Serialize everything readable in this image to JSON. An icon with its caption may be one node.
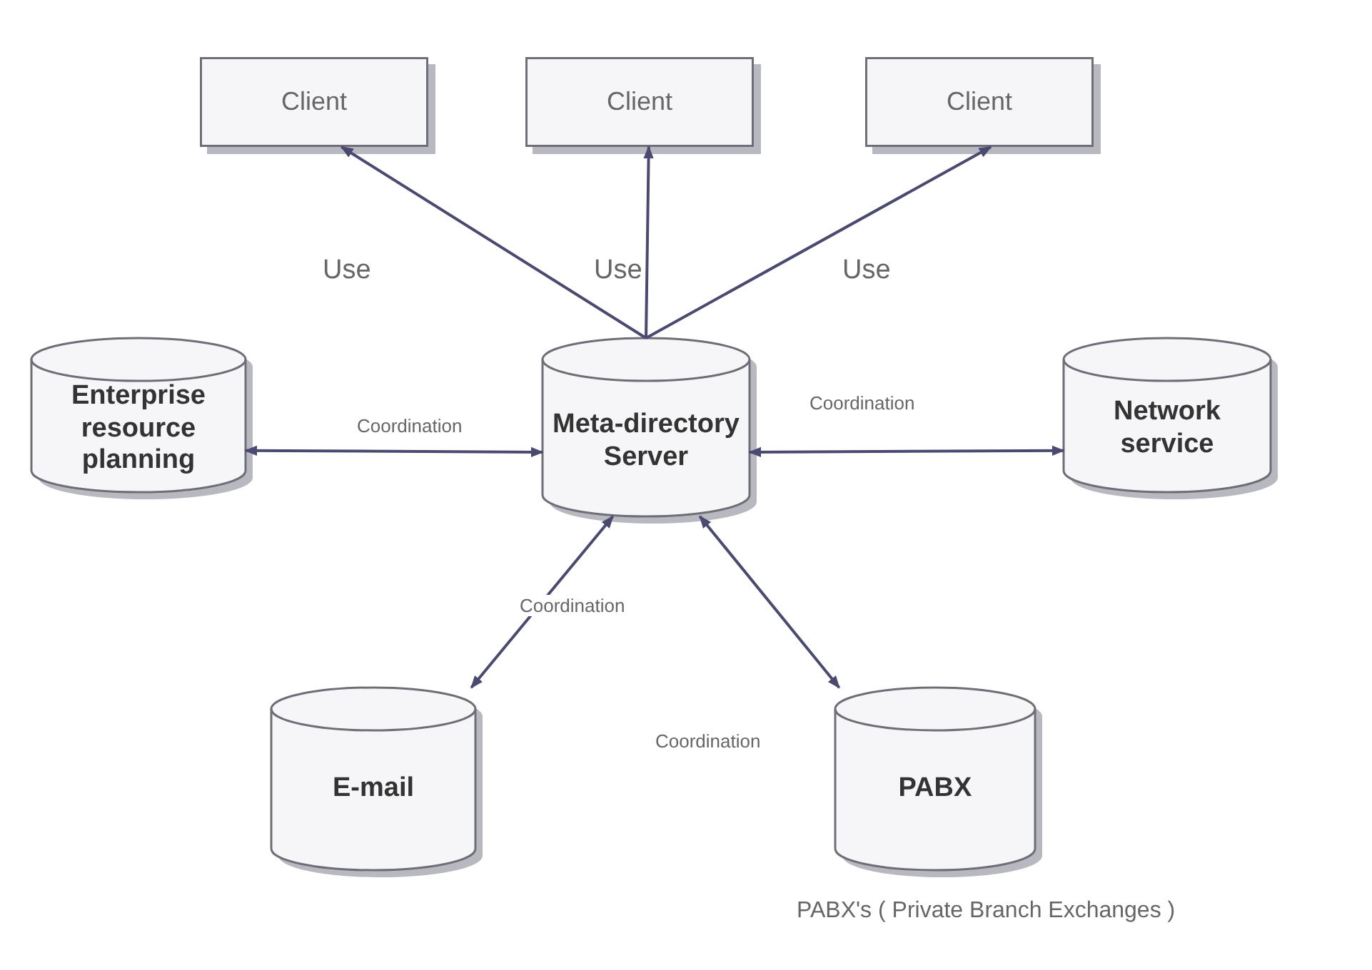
{
  "diagram": {
    "nodes": [
      {
        "text": [
          "Client"
        ]
      },
      {
        "text": [
          "Client"
        ]
      },
      {
        "text": [
          "Client"
        ]
      },
      {
        "text": [
          "Enterprise resource planning"
        ]
      },
      {
        "text": [
          "Meta-directory Server"
        ]
      },
      {
        "text": [
          "Network service"
        ]
      },
      {
        "text": [
          "E-mail"
        ]
      },
      {
        "text": [
          "PABX"
        ],
        "beside": [
          "PABX's ( Private Branch Exchanges )"
        ]
      }
    ],
    "edges": [
      {
        "from": 4,
        "to": 0,
        "arrow": "to",
        "label": "Use"
      },
      {
        "from": 4,
        "to": 1,
        "arrow": "to",
        "label": "Use"
      },
      {
        "from": 4,
        "to": 2,
        "arrow": "to",
        "label": "Use"
      },
      {
        "from": 3,
        "to": 4,
        "arrow": "both",
        "label": "Coordination"
      },
      {
        "from": 4,
        "to": 5,
        "arrow": "both",
        "label": "Coordination"
      },
      {
        "from": 4,
        "to": 6,
        "arrow": "both",
        "label": "Coordination"
      },
      {
        "from": 4,
        "to": 7,
        "arrow": "both",
        "label": "Coordination"
      }
    ]
  }
}
